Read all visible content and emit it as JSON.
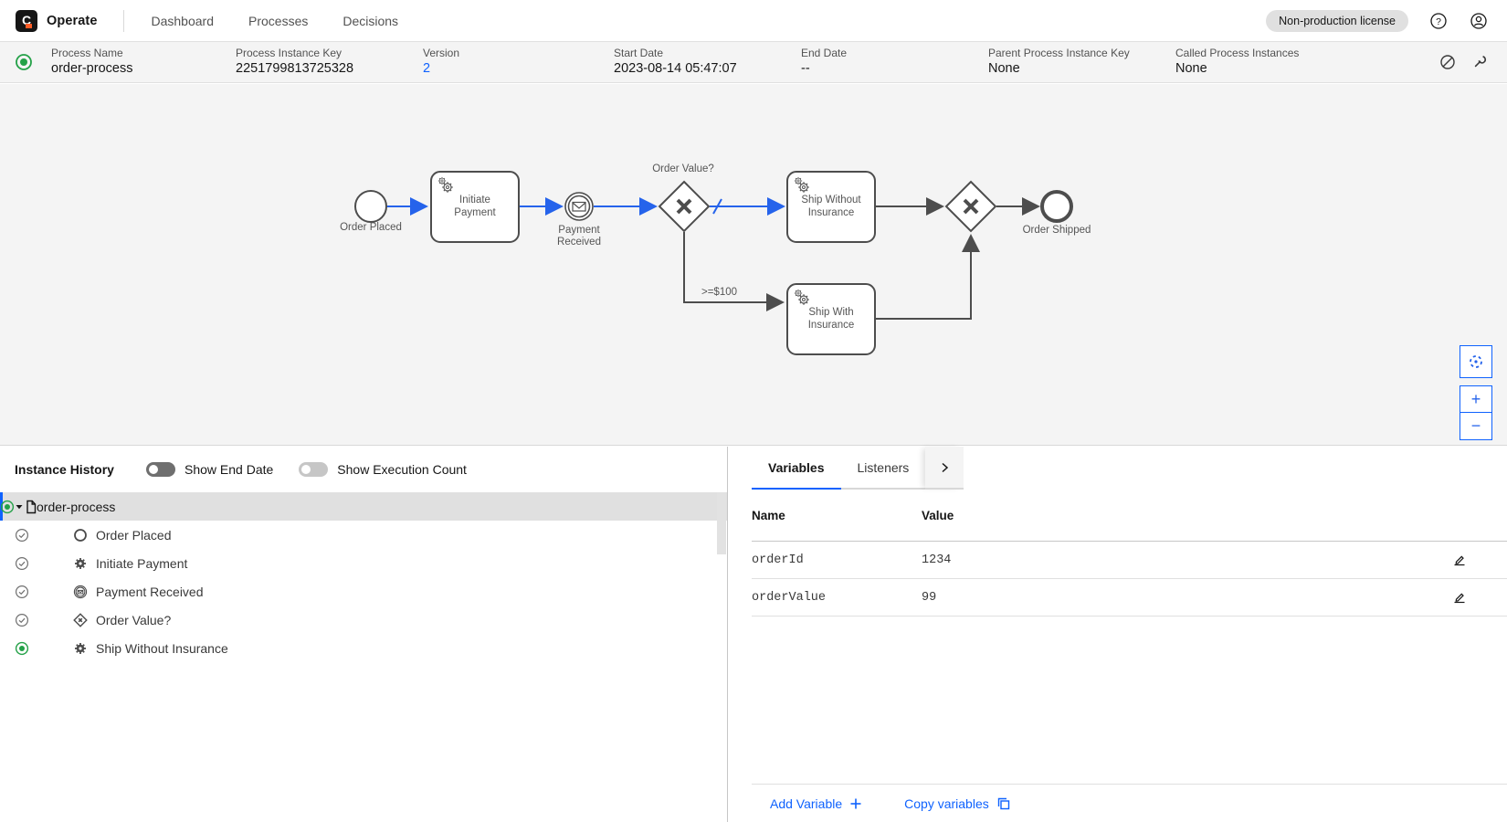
{
  "header": {
    "logo_letter": "C",
    "app_name": "Operate",
    "nav": [
      {
        "label": "Dashboard"
      },
      {
        "label": "Processes"
      },
      {
        "label": "Decisions"
      }
    ],
    "license_badge": "Non-production license"
  },
  "metadata": {
    "fields": [
      {
        "label": "Process Name",
        "value": "order-process"
      },
      {
        "label": "Process Instance Key",
        "value": "2251799813725328"
      },
      {
        "label": "Version",
        "value": "2"
      },
      {
        "label": "Start Date",
        "value": "2023-08-14 05:47:07"
      },
      {
        "label": "End Date",
        "value": "--"
      },
      {
        "label": "Parent Process Instance Key",
        "value": "None"
      },
      {
        "label": "Called Process Instances",
        "value": "None"
      }
    ]
  },
  "diagram": {
    "start_label": "Order Placed",
    "task1_l1": "Initiate",
    "task1_l2": "Payment",
    "message_l1": "Payment",
    "message_l2": "Received",
    "gateway_label": "Order Value?",
    "task2_l1": "Ship Without",
    "task2_l2": "Insurance",
    "task3_l1": "Ship With",
    "task3_l2": "Insurance",
    "end_label": "Order Shipped",
    "condition_label": ">=$100"
  },
  "zoom_controls": {
    "zoom_in": "+",
    "zoom_out": "−"
  },
  "instance_history": {
    "title": "Instance History",
    "toggles": [
      {
        "label": "Show End Date"
      },
      {
        "label": "Show Execution Count"
      }
    ],
    "rows": [
      {
        "label": "order-process"
      },
      {
        "label": "Order Placed"
      },
      {
        "label": "Initiate Payment"
      },
      {
        "label": "Payment Received"
      },
      {
        "label": "Order Value?"
      },
      {
        "label": "Ship Without Insurance"
      }
    ]
  },
  "variables_panel": {
    "tabs": [
      {
        "label": "Variables"
      },
      {
        "label": "Listeners"
      }
    ],
    "columns": {
      "name": "Name",
      "value": "Value"
    },
    "rows": [
      {
        "name": "orderId",
        "value": "1234"
      },
      {
        "name": "orderValue",
        "value": "99"
      }
    ],
    "footer": {
      "add_label": "Add Variable",
      "copy_label": "Copy variables"
    }
  },
  "colors": {
    "accent_blue": "#0f62fe",
    "flow_highlight_blue": "#2563eb",
    "active_green": "#24a148",
    "canvas_gray": "#f4f4f4"
  }
}
